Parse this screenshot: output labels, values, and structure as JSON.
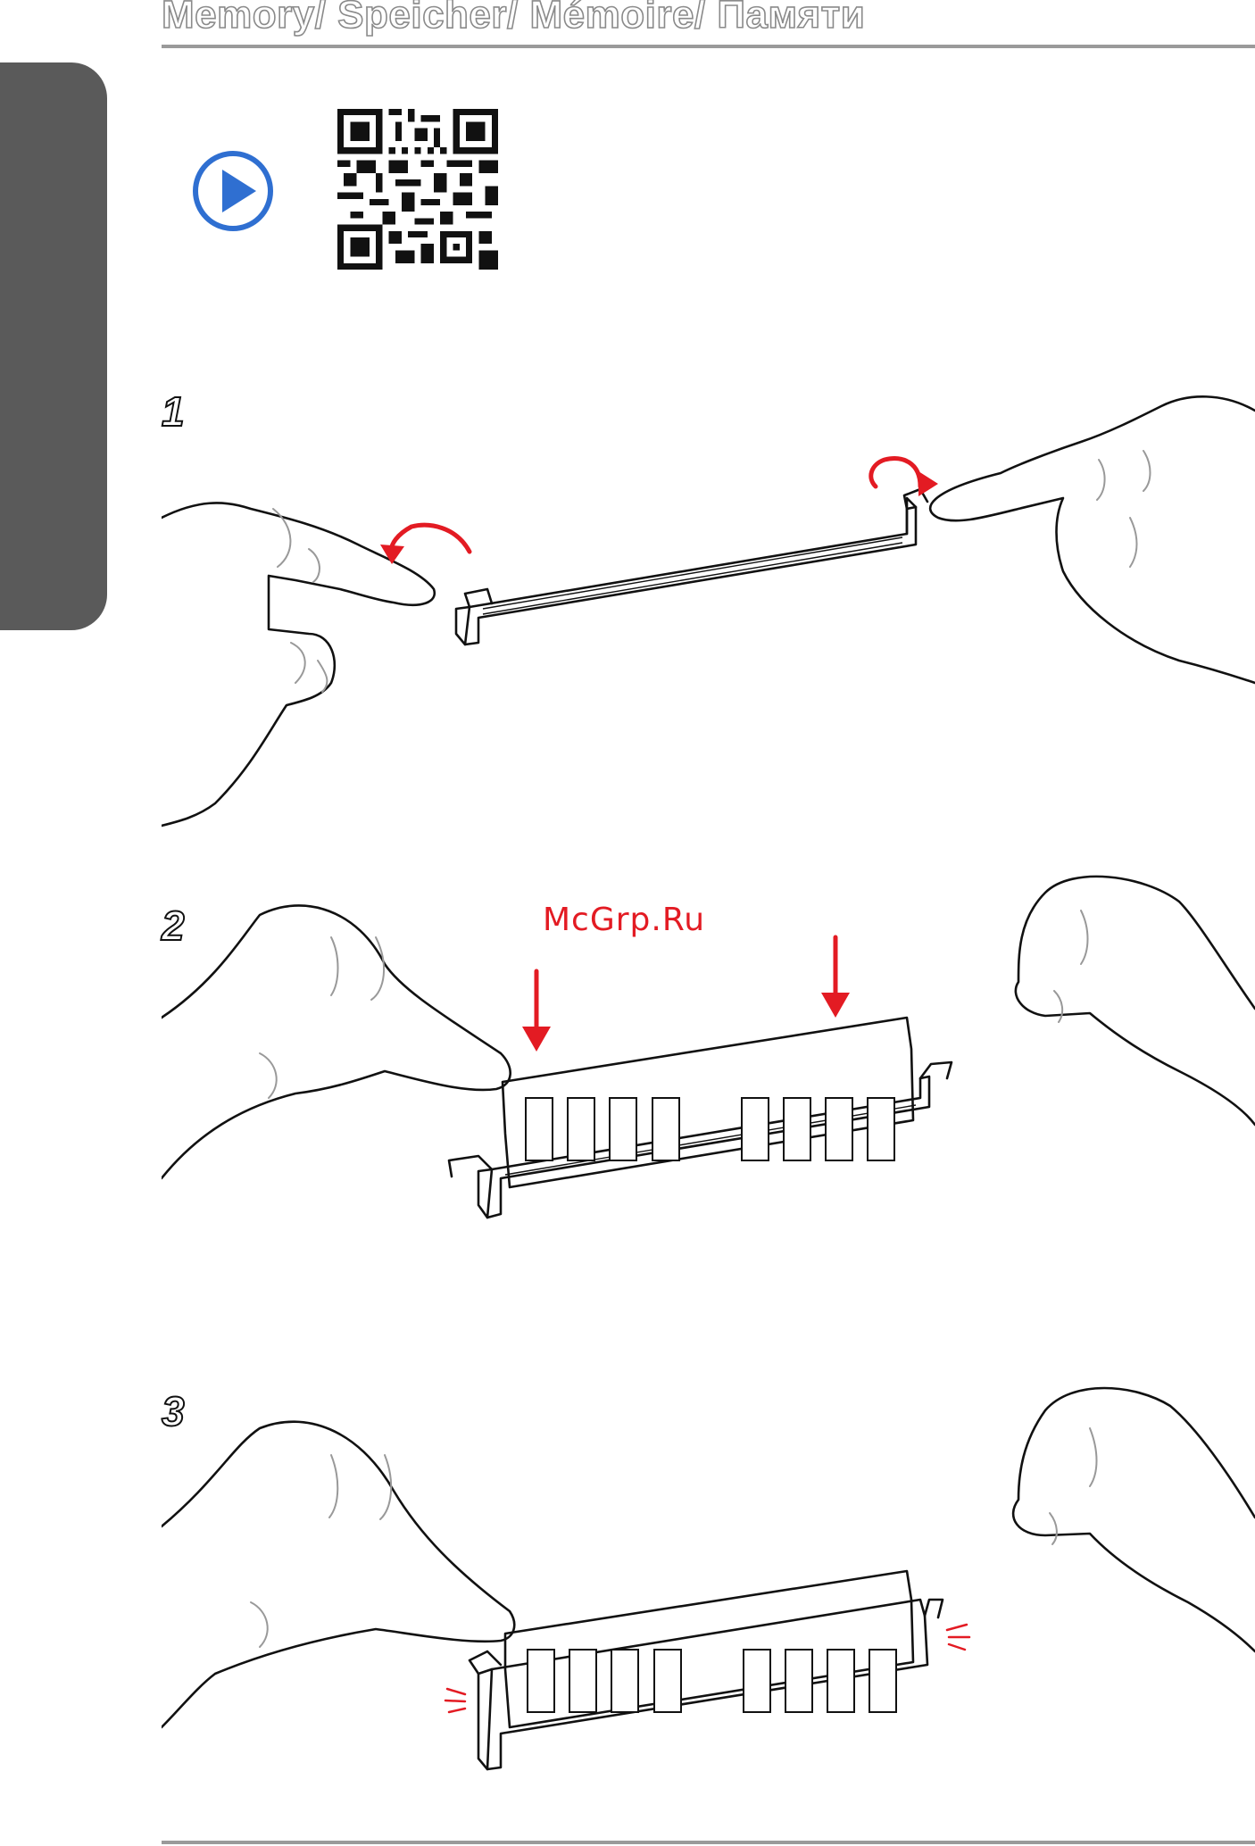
{
  "header": {
    "title": "Memory/ Speicher/ Mémoire/ Памяти"
  },
  "media": {
    "play_icon": "play-circle-icon",
    "qr_code": "qr-code"
  },
  "colors": {
    "accent_blue": "#2f6fd1",
    "accent_red": "#e31b23",
    "tab_grey": "#5a5a5a"
  },
  "steps": [
    {
      "number": "1"
    },
    {
      "number": "2"
    },
    {
      "number": "3"
    }
  ],
  "watermark": "McGrp.Ru"
}
